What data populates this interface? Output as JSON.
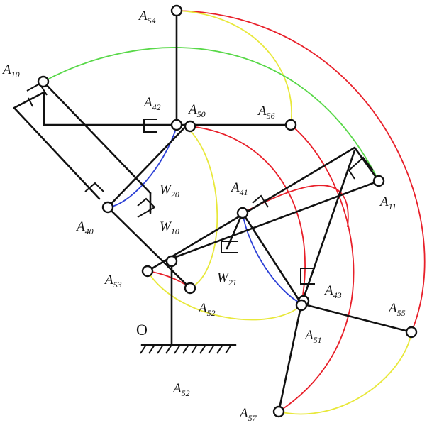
{
  "colors": {
    "red": "#e8202a",
    "yellow": "#e8e83a",
    "green": "#58d848",
    "blue": "#2b3fd6",
    "ink": "#111111"
  },
  "labels": {
    "A54": {
      "main": "A",
      "sub": "54"
    },
    "A10": {
      "main": "A",
      "sub": "10"
    },
    "A42": {
      "main": "A",
      "sub": "42"
    },
    "A50": {
      "main": "A",
      "sub": "50"
    },
    "A56": {
      "main": "A",
      "sub": "56"
    },
    "W20": {
      "main": "W",
      "sub": "20"
    },
    "A41": {
      "main": "A",
      "sub": "41"
    },
    "A11": {
      "main": "A",
      "sub": "11"
    },
    "A40": {
      "main": "A",
      "sub": "40"
    },
    "W10": {
      "main": "W",
      "sub": "10"
    },
    "A53": {
      "main": "A",
      "sub": "53"
    },
    "W21": {
      "main": "W",
      "sub": "21"
    },
    "A43": {
      "main": "A",
      "sub": "43"
    },
    "A55": {
      "main": "A",
      "sub": "55"
    },
    "A52a": {
      "main": "A",
      "sub": "52"
    },
    "A51": {
      "main": "A",
      "sub": "51"
    },
    "O": {
      "main": "O"
    },
    "A52b": {
      "main": "A",
      "sub": "52"
    },
    "A57": {
      "main": "A",
      "sub": "57"
    }
  }
}
